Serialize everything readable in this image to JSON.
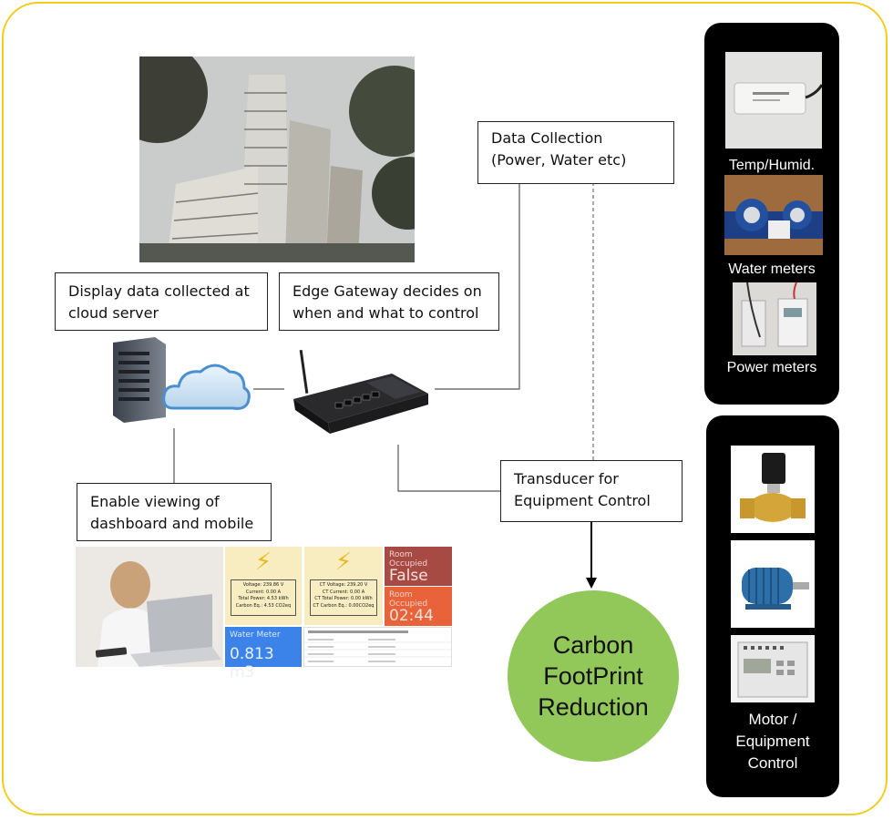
{
  "boxes": {
    "data_collection_1": "Data Collection",
    "data_collection_2": "(Power, Water etc)",
    "display_1": "Display data collected at",
    "display_2": "cloud server",
    "gateway_1": "Edge Gateway decides on",
    "gateway_2": "when and what to control",
    "viewing_1": "Enable viewing of",
    "viewing_2": "dashboard and mobile",
    "transducer_1": "Transducer for",
    "transducer_2": "Equipment Control"
  },
  "carbon": {
    "line1": "Carbon",
    "line2": "FootPrint",
    "line3": "Reduction"
  },
  "sensors": {
    "temp": "Temp/Humid.",
    "water": "Water meters",
    "power": "Power meters"
  },
  "control": {
    "line1": "Motor /",
    "line2": "Equipment",
    "line3": "Control"
  },
  "dashboard": {
    "tile1_lines": [
      "Voltage: 239.86 V",
      "Current: 0.00 A",
      "Total Power: 4.53 kWh",
      "Carbon Eq.: 4.53 CO2eq"
    ],
    "tile2_lines": [
      "CT Voltage: 239.20 V",
      "CT Current: 0.00 A",
      "CT Total Power: 0.00 kWh",
      "CT Carbon Eq.: 0.00CO2eq"
    ],
    "room1_title": "Room Occupied",
    "room1_value": "False",
    "room2_title": "Room Occupied",
    "room2_value": "02:44",
    "water_title": "Water Meter",
    "water_value": "0.813 m3"
  },
  "colors": {
    "frame": "#f2cd1e",
    "carbon": "#92c759",
    "panel": "#000000",
    "room1": "#a84a44",
    "room2": "#e8633a",
    "water": "#3b83e8"
  }
}
